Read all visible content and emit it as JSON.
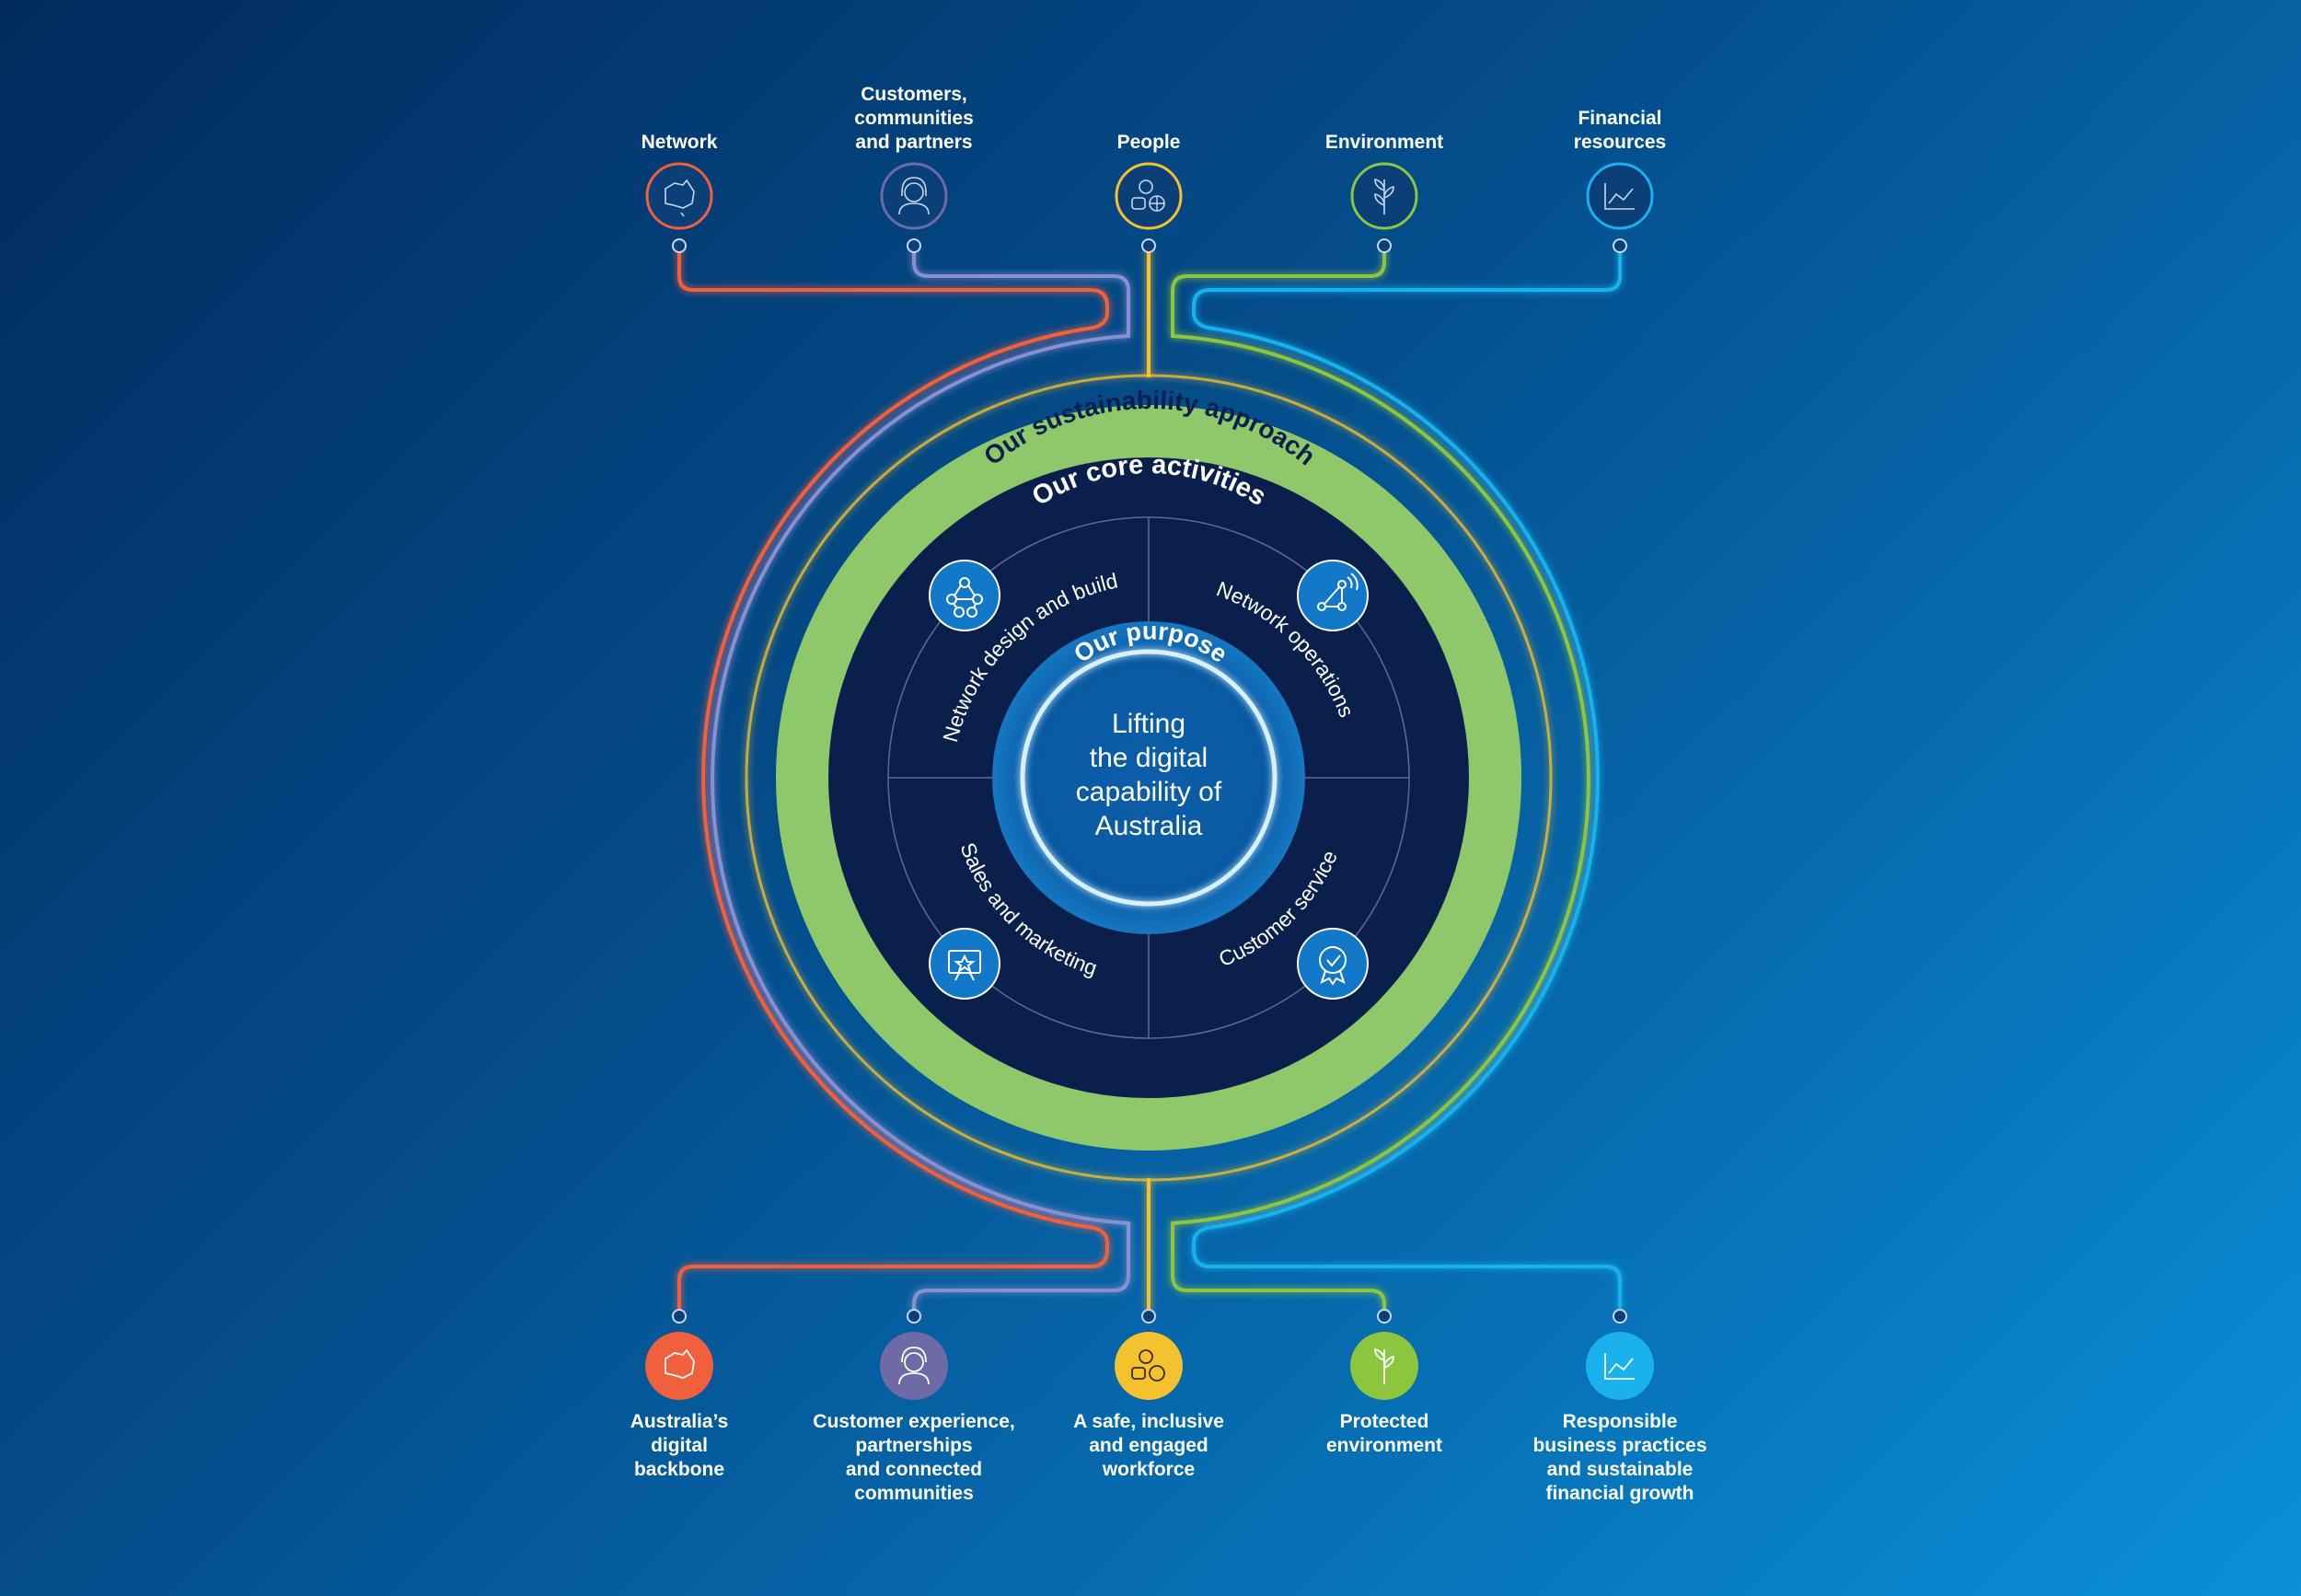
{
  "inputs": [
    {
      "label": "Network",
      "color": "#f0603c",
      "icon": "australia-map-icon"
    },
    {
      "label": "Customers,\ncommunities\nand partners",
      "color": "#6e6aa6",
      "icon": "headset-agent-icon"
    },
    {
      "label": "People",
      "color": "#f5c22f",
      "icon": "workers-icon"
    },
    {
      "label": "Environment",
      "color": "#8cc63f",
      "icon": "plant-icon"
    },
    {
      "label": "Financial\nresources",
      "color": "#19b2ee",
      "icon": "growth-chart-icon"
    }
  ],
  "outcomes": [
    {
      "label": "Australia’s\ndigital\nbackbone",
      "color": "#f0603c",
      "icon": "australia-map-icon"
    },
    {
      "label": "Customer experience,\npartnerships\nand connected\ncommunities",
      "color": "#6e6aa6",
      "icon": "headset-agent-icon"
    },
    {
      "label": "A safe, inclusive\nand engaged\nworkforce",
      "color": "#f5c22f",
      "icon": "workers-icon"
    },
    {
      "label": "Protected\nenvironment",
      "color": "#8cc63f",
      "icon": "plant-icon"
    },
    {
      "label": "Responsible\nbusiness practices\nand sustainable\nfinancial growth",
      "color": "#19b2ee",
      "icon": "growth-chart-icon"
    }
  ],
  "rings": {
    "sustainability": "Our sustainability approach",
    "core_activities": "Our core activities",
    "purpose_title": "Our purpose",
    "purpose_text": "Lifting\nthe digital\ncapability of\nAustralia"
  },
  "activities": [
    {
      "label": "Network design and build",
      "icon": "network-nodes-icon"
    },
    {
      "label": "Network operations",
      "icon": "network-share-icon"
    },
    {
      "label": "Sales and marketing",
      "icon": "star-board-icon"
    },
    {
      "label": "Customer service",
      "icon": "award-badge-icon"
    }
  ],
  "colors": {
    "green_ring": "#8ec86a",
    "navy": "#0b1f4d",
    "activity_icon_fill": "#1478c8"
  }
}
